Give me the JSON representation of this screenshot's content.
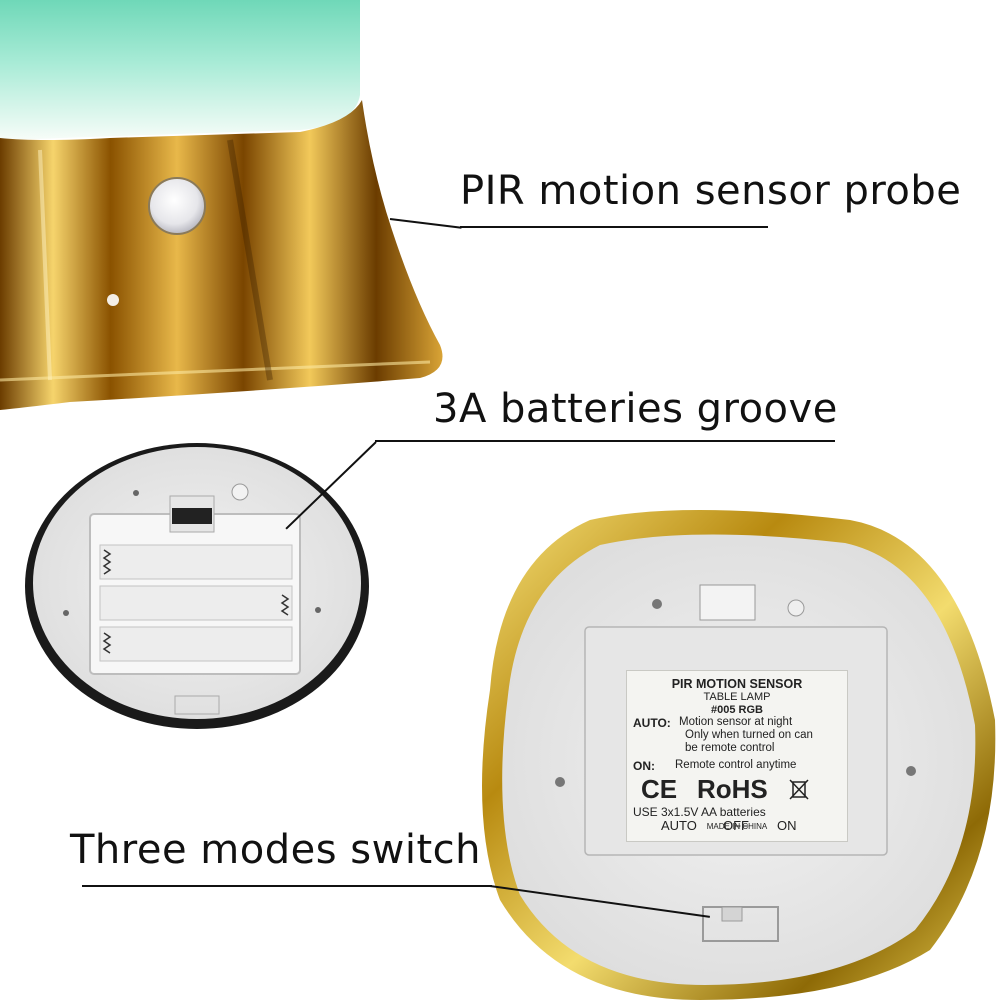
{
  "callouts": {
    "pir": "PIR motion sensor probe",
    "batteries": "3A batteries groove",
    "switch": "Three modes switch"
  },
  "label": {
    "line1": "PIR MOTION SENSOR",
    "line2": "TABLE LAMP",
    "line3": "#005  RGB",
    "auto_key": "AUTO:",
    "auto_text1": "Motion sensor at night",
    "auto_text2": "Only when turned on can",
    "auto_text3": "be remote control",
    "on_key": "ON:",
    "on_text": "Remote control anytime",
    "ce": "CE",
    "rohs": "RoHS",
    "battery_text": "USE  3x1.5V  AA batteries",
    "made_in": "MADE IN CHINA"
  },
  "switch_positions": [
    "AUTO",
    "OFF",
    "ON"
  ],
  "colors": {
    "gold_dark": "#7a4a00",
    "gold_mid": "#c8861a",
    "gold_light": "#f5d36a",
    "shade_top": "#7fe0c4",
    "shade_bottom": "#f4fbf6",
    "plastic": "#e9e9e9"
  }
}
